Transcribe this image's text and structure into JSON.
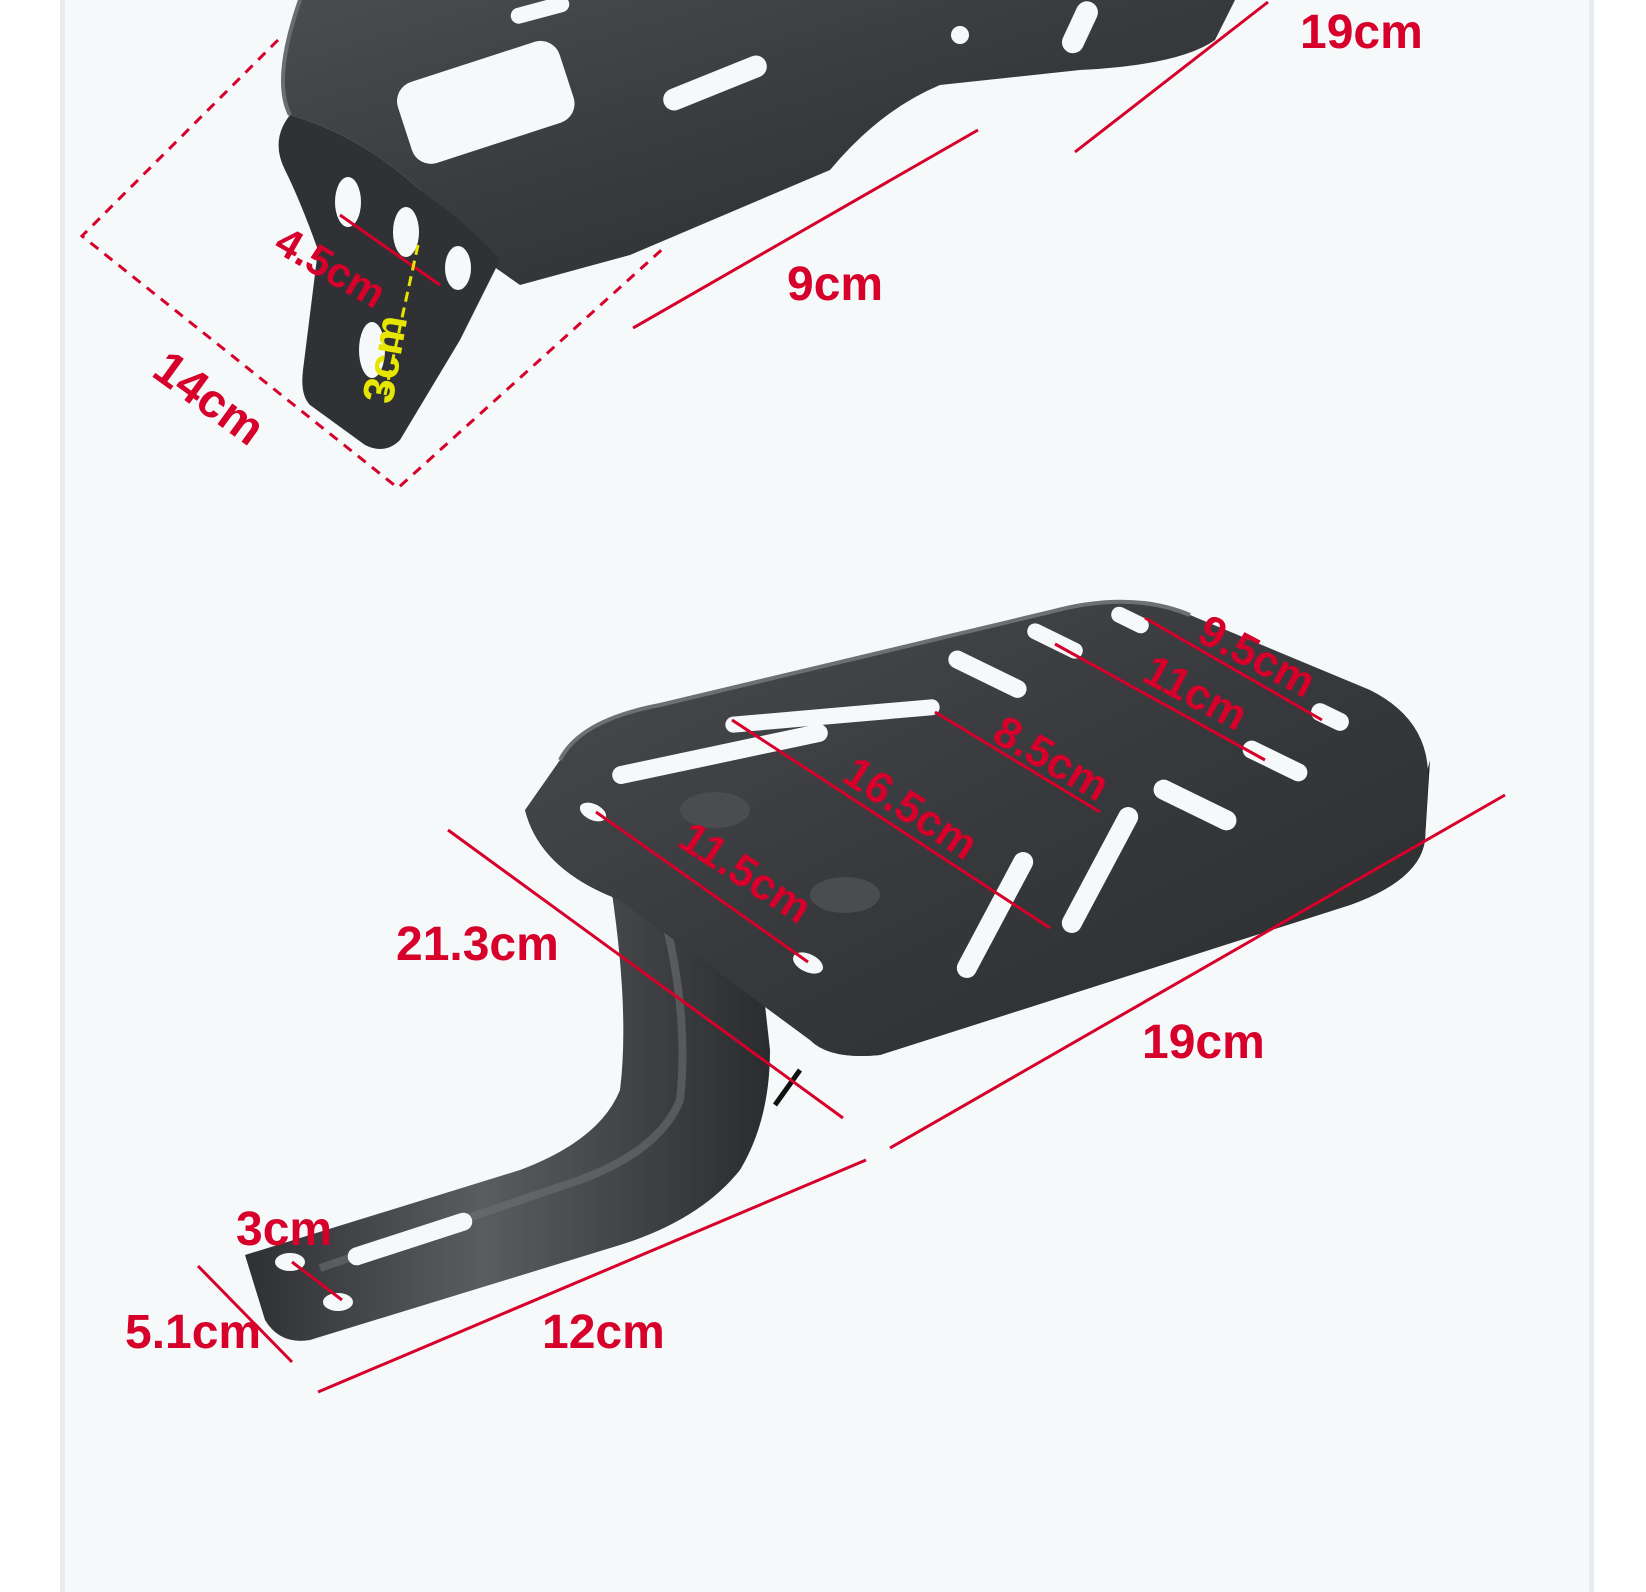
{
  "top_view": {
    "dim_width": "19cm",
    "dim_depth": "14cm",
    "dim_front": "9cm",
    "dim_hole_horizontal": "4.5cm",
    "dim_hole_vertical": "3cm"
  },
  "bottom_view": {
    "dim_pitch_a": "9.5cm",
    "dim_pitch_b": "11cm",
    "dim_pitch_c": "8.5cm",
    "dim_slot_diag": "16.5cm",
    "dim_slot_short": "11.5cm",
    "dim_height": "21.3cm",
    "dim_length": "19cm",
    "dim_arm_length": "12cm",
    "dim_arm_width": "5.1cm",
    "dim_arm_slot": "3cm"
  },
  "colors": {
    "dimension_red": "#d6002a",
    "dimension_yellow": "#e6e600",
    "metal": "#3a3c3f",
    "metal_dark": "#26282a",
    "background": "#f6f9fa"
  }
}
